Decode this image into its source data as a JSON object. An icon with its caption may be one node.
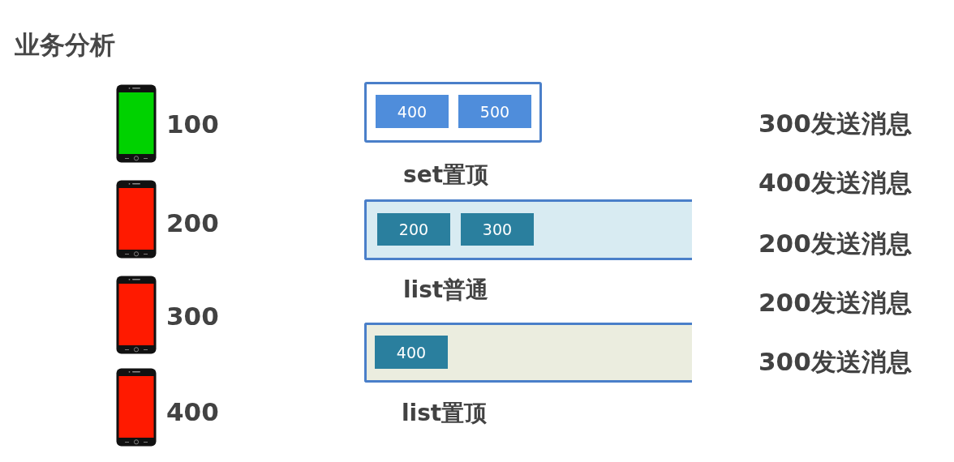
{
  "diagram": {
    "title": "业务分析",
    "nodes": [
      {
        "text": [],
        "shape": "picture",
        "beside": [
          "100"
        ]
      },
      {
        "text": [],
        "shape": "picture",
        "beside": [
          "200"
        ]
      },
      {
        "text": [],
        "shape": "picture",
        "beside": [
          "300"
        ]
      },
      {
        "text": [],
        "shape": "picture",
        "beside": [
          "400"
        ]
      },
      {
        "text": [
          "set置顶"
        ]
      },
      {
        "text": [
          "400"
        ],
        "in": 4
      },
      {
        "text": [
          "500"
        ],
        "in": 4
      },
      {
        "text": [
          "list普通"
        ]
      },
      {
        "text": [
          "200"
        ],
        "in": 7
      },
      {
        "text": [
          "300"
        ],
        "in": 7
      },
      {
        "text": [
          "list置顶"
        ]
      },
      {
        "text": [
          "400"
        ],
        "in": 10
      }
    ],
    "labels": [
      "300发送消息",
      "400发送消息",
      "200发送消息",
      "200发送消息",
      "300发送消息"
    ]
  }
}
